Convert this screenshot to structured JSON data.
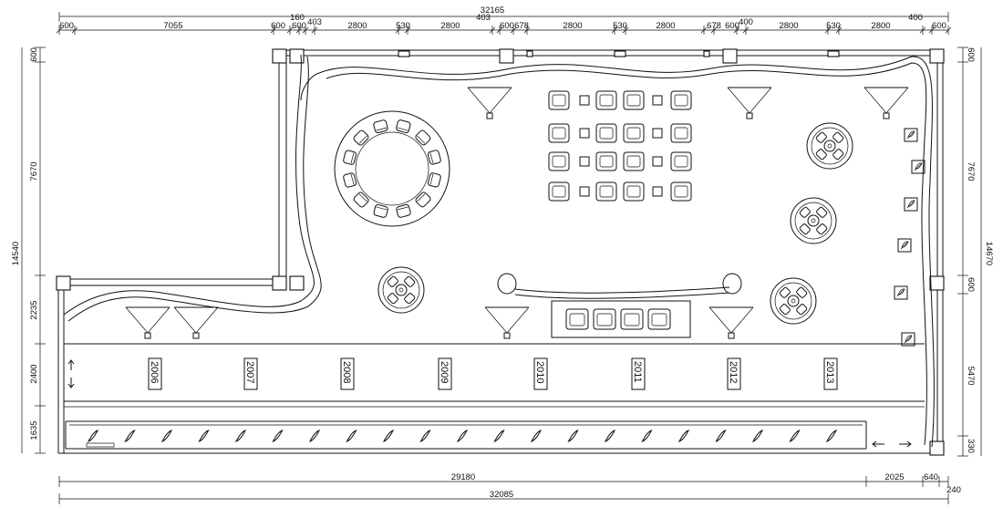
{
  "dimensions": {
    "top_total": "32165",
    "top_segments": [
      "600",
      "7055",
      "600",
      "160",
      "600",
      "403",
      "2800",
      "530",
      "2800",
      "403",
      "600",
      "678",
      "2800",
      "530",
      "2800",
      "678",
      "600",
      "400",
      "2800",
      "530",
      "2800",
      "400",
      "600"
    ],
    "bottom_segments": [
      "29180",
      "2025",
      "640",
      "240"
    ],
    "bottom_total": "32085",
    "left": [
      "600",
      "7670",
      "14540",
      "2235",
      "2400",
      "1635"
    ],
    "right": [
      "600",
      "7670",
      "14670",
      "600",
      "5470",
      "330"
    ]
  },
  "corridor_years": [
    "2006",
    "2007",
    "2008",
    "2009",
    "2010",
    "2011",
    "2012",
    "2013"
  ]
}
